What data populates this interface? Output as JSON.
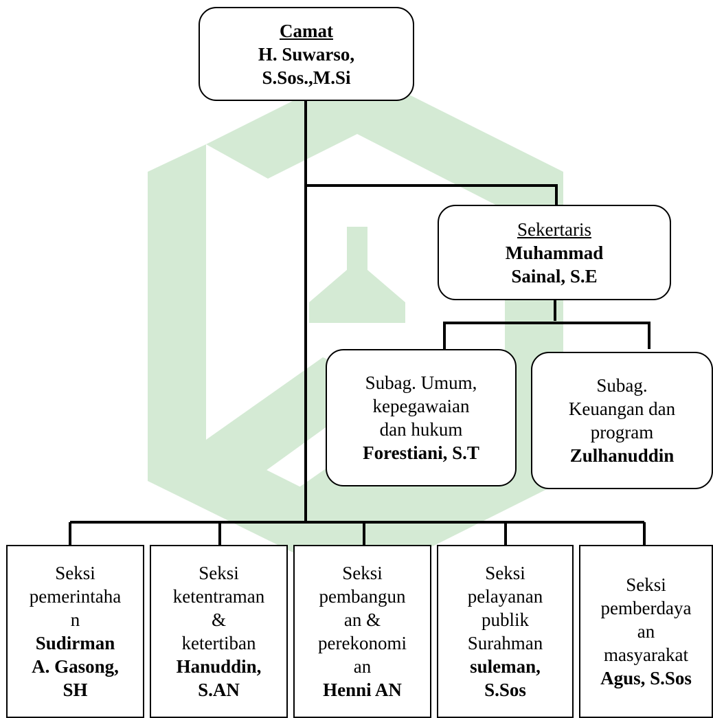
{
  "camat": {
    "title": "Camat",
    "name_line1": "H. Suwarso,",
    "name_line2": "S.Sos.,M.Si"
  },
  "sekertaris": {
    "title": "Sekertaris",
    "name_line1": "Muhammad",
    "name_line2": "Sainal, S.E"
  },
  "subag_umum": {
    "lines": [
      "Subag. Umum,",
      "kepegawaian",
      "dan hukum"
    ],
    "name": "Forestiani, S.T"
  },
  "subag_keuangan": {
    "lines": [
      "Subag.",
      "Keuangan dan",
      "program"
    ],
    "name": "Zulhanuddin"
  },
  "seksi": [
    {
      "lines": [
        "Seksi",
        "pemerintaha",
        "n"
      ],
      "name_lines": [
        "Sudirman",
        "A. Gasong,",
        "SH"
      ]
    },
    {
      "lines": [
        "Seksi",
        "ketentraman",
        "&",
        "ketertiban"
      ],
      "name_lines": [
        "Hanuddin,",
        "S.AN"
      ]
    },
    {
      "lines": [
        "Seksi",
        "pembangun",
        "an &",
        "perekonomi",
        "an"
      ],
      "name_lines": [
        "Henni AN"
      ]
    },
    {
      "lines": [
        "Seksi",
        "pelayanan",
        "publik",
        "Surahman"
      ],
      "name_lines": [
        "suleman,",
        "S.Sos"
      ]
    },
    {
      "lines": [
        "Seksi",
        "pemberdaya",
        "an",
        "masyarakat"
      ],
      "name_lines": [
        "Agus, S.Sos"
      ]
    }
  ],
  "colors": {
    "watermark": "#cfe8cf",
    "line": "#000000"
  }
}
